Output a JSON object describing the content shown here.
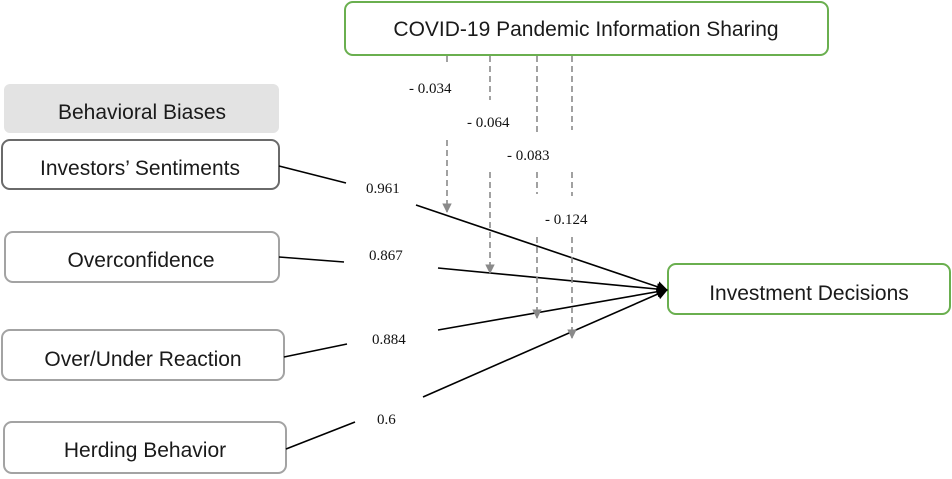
{
  "moderator": {
    "label": "COVID-19 Pandemic Information Sharing",
    "border_color": "#6aaf4f"
  },
  "group_header": {
    "label": "Behavioral Biases",
    "fill_color": "#e3e3e3"
  },
  "predictors": [
    {
      "label": "Investors’ Sentiments",
      "coefficient": "0.961"
    },
    {
      "label": "Overconfidence",
      "coefficient": "0.867"
    },
    {
      "label": "Over/Under Reaction",
      "coefficient": "0.884"
    },
    {
      "label": "Herding Behavior",
      "coefficient": "0.6"
    }
  ],
  "outcome": {
    "label": "Investment Decisions",
    "border_color": "#6aaf4f"
  },
  "moderation_effects": [
    "- 0.034",
    "- 0.064",
    "- 0.083",
    "- 0.124"
  ],
  "colors": {
    "predictor_border": "#a3a3a3",
    "first_predictor_border": "#6a6a6a",
    "dashed_arrow": "#8a8a8a",
    "path_arrow": "#000000"
  }
}
